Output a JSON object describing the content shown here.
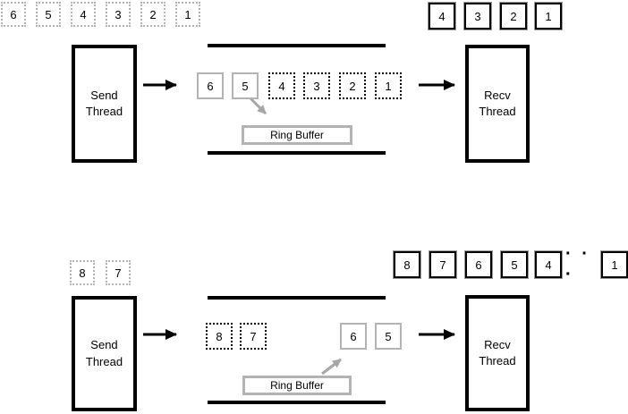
{
  "colors": {
    "black": "#000000",
    "gray": "#b3b3b3",
    "arrow_gray": "#a6a6a6",
    "text": "#000000"
  },
  "top": {
    "source_queue": [
      "6",
      "5",
      "4",
      "3",
      "2",
      "1"
    ],
    "send_thread_label": "Send\nThread",
    "buffer_written": [
      "6",
      "5"
    ],
    "buffer_pending": [
      "4",
      "3",
      "2",
      "1"
    ],
    "ring_buffer_label": "Ring Buffer",
    "delivered_queue": [
      "4",
      "3",
      "2",
      "1"
    ],
    "recv_thread_label": "Recv\nThread"
  },
  "bottom": {
    "source_queue": [
      "8",
      "7"
    ],
    "send_thread_label": "Send\nThread",
    "buffer_pending": [
      "8",
      "7"
    ],
    "buffer_written": [
      "6",
      "5"
    ],
    "ring_buffer_label": "Ring Buffer",
    "delivered_queue": [
      "8",
      "7",
      "6",
      "5",
      "4"
    ],
    "delivered_ellipsis": "· · ·",
    "delivered_last": "1",
    "recv_thread_label": "Recv\nThread"
  }
}
